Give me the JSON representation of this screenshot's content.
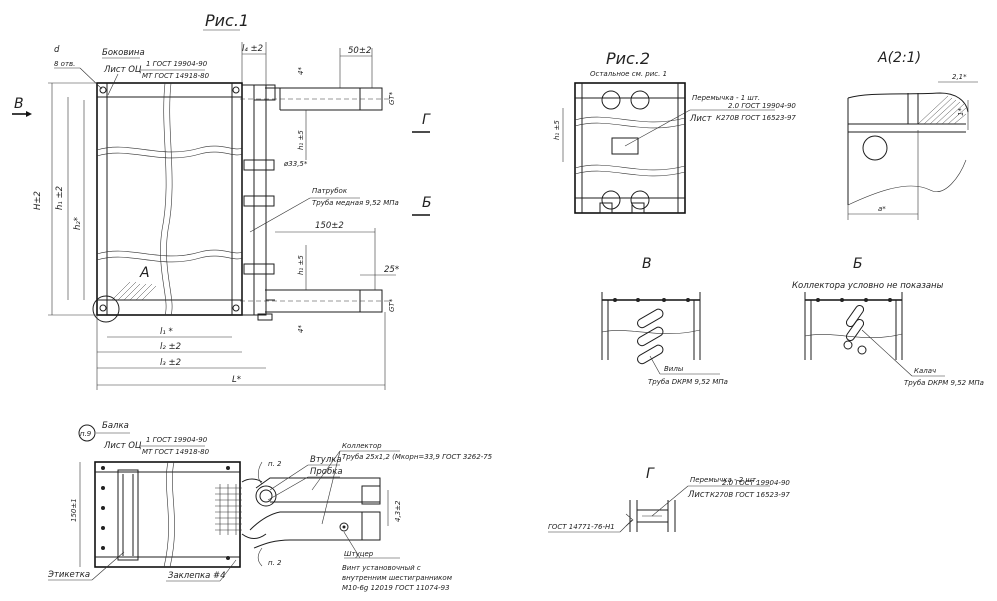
{
  "fig1": {
    "title": "Рис.1",
    "view_B": "В",
    "view_G": "Г",
    "view_Bb": "Б",
    "label_d": "d",
    "label_8otv": "8 отв.",
    "label_bokovina": "Боковина",
    "label_list": "Лист ОЦ",
    "label_gost1": "1 ГОСТ 19904-90",
    "label_gost2": "МТ ГОСТ 14918-80",
    "dim_l4": "l₄ ±2",
    "dim_50": "50±2",
    "dim_4a": "4*",
    "dim_gt1": "GT*",
    "dim_h1": "h₁ ±5",
    "dim_335": "ø33,5*",
    "label_patrubok": "Патрубок",
    "label_truba": "Труба медная 9,52 МПа",
    "dim_150": "150±2",
    "dim_h1b": "h₁ ±5",
    "dim_25": "25*",
    "dim_gt2": "GT*",
    "dim_4b": "4*",
    "dim_H": "H±2",
    "dim_h1v": "h₁ ±2",
    "dim_h2": "h₂*",
    "detail_A": "A",
    "dim_l1": "l₁ *",
    "dim_l2": "l₂ ±2",
    "dim_l3": "l₃ ±2",
    "dim_L": "L*"
  },
  "fig2": {
    "title": "Рис.2",
    "subtitle": "Остальное см. рис. 1",
    "label_peremychka": "Перемычка - 1 шт.",
    "label_gost_a": "2.0 ГОСТ 19904-90",
    "label_list": "Лист",
    "label_gost_b": "К270В ГОСТ 16523-97",
    "dim_h1": "h₁ ±5"
  },
  "detailA": {
    "title": "A(2:1)",
    "dim_21": "2,1*",
    "dim_1": "1*",
    "dim_a": "a*"
  },
  "viewB": {
    "title": "В",
    "label_vily": "Вилы",
    "label_truba": "Труба DКРМ 9,52 МПа"
  },
  "viewBb": {
    "title": "Б",
    "note": "Коллектора условно не показаны",
    "label_kalach": "Калач",
    "label_truba": "Труба DКРМ 9,52 МПа"
  },
  "viewG": {
    "title": "Г",
    "label_peremychka": "Перемычка - 2 шт.",
    "label_gost_a": "2.0 ГОСТ 19904-90",
    "label_list": "Лист",
    "label_gost_b": "К270В ГОСТ 16523-97",
    "label_gost_c": "ГОСТ 14771-76-Н1"
  },
  "bottom": {
    "pos": "п.9",
    "label_balka": "Балка",
    "label_list": "Лист ОЦ",
    "label_gost1": "1 ГОСТ 19904-90",
    "label_gost2": "МТ ГОСТ 14918-80",
    "label_p2a": "п. 2",
    "label_vtulka": "Втулка",
    "label_probka": "Пробка",
    "label_kollektor": "Коллектор",
    "label_kol_truba": "Труба 25х1,2 (Мкорн=33,9 ГОСТ 3262-75",
    "dim_150": "150±1",
    "dim_43": "4,3±2",
    "label_p2b": "п. 2",
    "label_shtucer": "Штуцер",
    "label_vint1": "Винт установочный с",
    "label_vint2": "внутренним шестигранником",
    "label_vint3": "М10-6g 12019 ГОСТ 11074-93",
    "label_etiketka": "Этикетка",
    "label_zaklepka": "Заклепка #4"
  }
}
